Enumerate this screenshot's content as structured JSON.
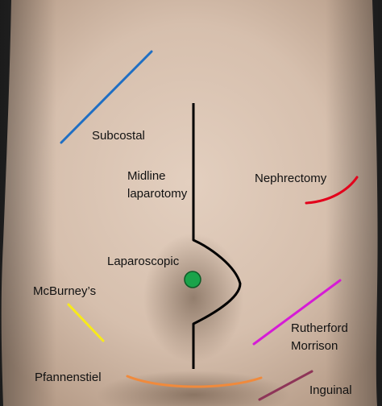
{
  "figure": {
    "labels": {
      "subcostal": "Subcostal",
      "midline_1": "Midline",
      "midline_2": "laparotomy",
      "nephrectomy": "Nephrectomy",
      "laparoscopic": "Laparoscopic",
      "mcburney": "McBurney’s",
      "rutherford_1": "Rutherford",
      "rutherford_2": "Morrison",
      "pfannenstiel": "Pfannenstiel",
      "inguinal": "Inguinal"
    },
    "colors": {
      "subcostal": "#1f6fc4",
      "midline": "#000000",
      "nephrectomy": "#e3001b",
      "laparoscopic_port": "#1aa34a",
      "mcburney": "#f7ea1a",
      "rutherford_morrison": "#d61bd6",
      "pfannenstiel": "#f08a3c",
      "inguinal": "#8e3558",
      "skin": "#d8c3b2",
      "background": "#2a2a2a"
    }
  }
}
